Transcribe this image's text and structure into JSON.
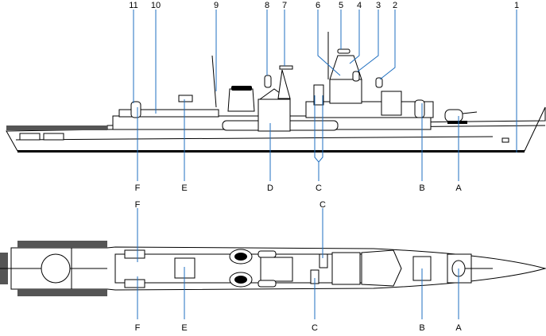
{
  "side_view": {
    "top_labels": [
      "11",
      "10",
      "9",
      "8",
      "7",
      "6",
      "5",
      "4",
      "3",
      "2",
      "1"
    ],
    "bottom_labels": [
      "F",
      "E",
      "D",
      "C",
      "B",
      "A"
    ]
  },
  "plan_view": {
    "top_labels": [
      "F",
      "C"
    ],
    "bottom_labels": [
      "F",
      "E",
      "C",
      "B",
      "A"
    ]
  },
  "colors": {
    "leader_line": "#1f6fc0",
    "drawing": "#000000"
  }
}
